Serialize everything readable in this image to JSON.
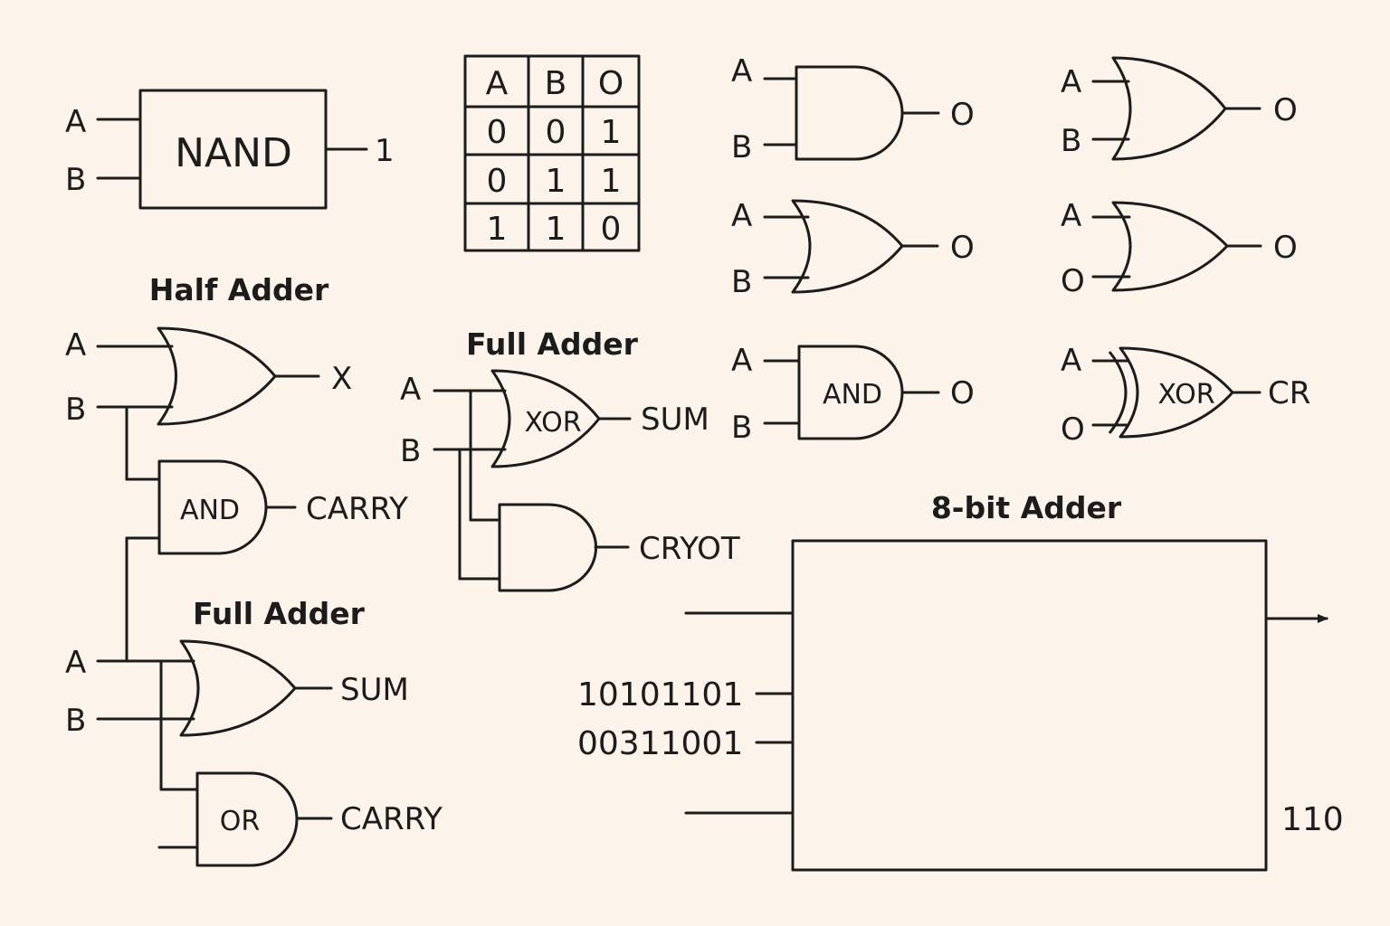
{
  "nand_box": {
    "label": "NAND",
    "input_a": "A",
    "input_b": "B",
    "output": "1"
  },
  "truth_table": {
    "headers": [
      "A",
      "B",
      "O"
    ],
    "rows": [
      [
        "0",
        "0",
        "1"
      ],
      [
        "0",
        "1",
        "1"
      ],
      [
        "1",
        "1",
        "0"
      ]
    ]
  },
  "gate_grid": [
    {
      "in1": "A",
      "in2": "B",
      "out": "O",
      "label": ""
    },
    {
      "in1": "A",
      "in2": "B",
      "out": "O",
      "label": ""
    },
    {
      "in1": "A",
      "in2": "B",
      "out": "O",
      "label": ""
    },
    {
      "in1": "A",
      "in2": "O",
      "out": "O",
      "label": ""
    },
    {
      "in1": "A",
      "in2": "B",
      "out": "O",
      "label": "AND"
    },
    {
      "in1": "A",
      "in2": "O",
      "out": "CR",
      "label": "XOR"
    }
  ],
  "half_adder": {
    "title": "Half Adder",
    "input_a": "A",
    "input_b": "B",
    "or_output": "X",
    "and_label": "AND",
    "and_output": "CARRY"
  },
  "full_adder_left": {
    "title": "Full Adder",
    "input_a": "A",
    "input_b": "B",
    "sum_output": "SUM",
    "or_label": "OR",
    "carry_output": "CARRY"
  },
  "full_adder_mid": {
    "title": "Full Adder",
    "input_a": "A",
    "input_b": "B",
    "xor_label": "XOR",
    "sum_output": "SUM",
    "carry_output": "CRYOT"
  },
  "eight_bit_adder": {
    "title": "8-bit Adder",
    "input_1": "10101101",
    "input_2": "00311001",
    "output_value": "110"
  }
}
